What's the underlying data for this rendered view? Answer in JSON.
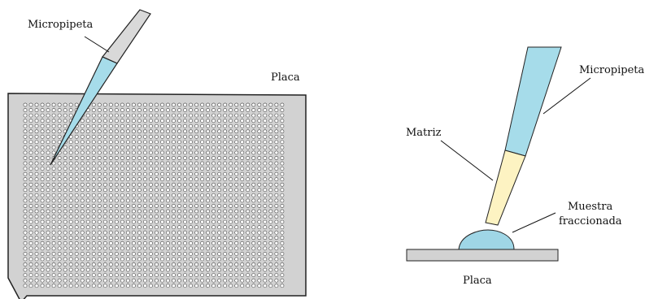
{
  "left_panel": {
    "pipette_label": "Micropipeta",
    "plate_label": "Placa",
    "well_grid": {
      "rows": 36,
      "cols": 46
    }
  },
  "right_panel": {
    "pipette_label": "Micropipeta",
    "matrix_label": "Matriz",
    "sample_label_line1": "Muestra",
    "sample_label_line2": "fraccionada",
    "plate_label": "Placa"
  },
  "colors": {
    "pipette_body": "#d9d9d9",
    "pipette_liquid": "#a6dcea",
    "matrix": "#fdf3c2",
    "sample_drop": "#9fd6e6",
    "plate": "#d2d2d2",
    "outline": "#222222"
  }
}
